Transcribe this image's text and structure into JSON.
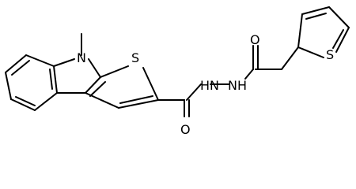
{
  "atoms": {
    "n_indole": "N",
    "s_fused": "S",
    "o_carbonyl1": "O",
    "hn": "HN",
    "nh": "NH",
    "o_carbonyl2": "O",
    "s_thiophene": "S"
  },
  "colors": {
    "bond": "#000000",
    "label": "#000000",
    "background": "#ffffff"
  }
}
